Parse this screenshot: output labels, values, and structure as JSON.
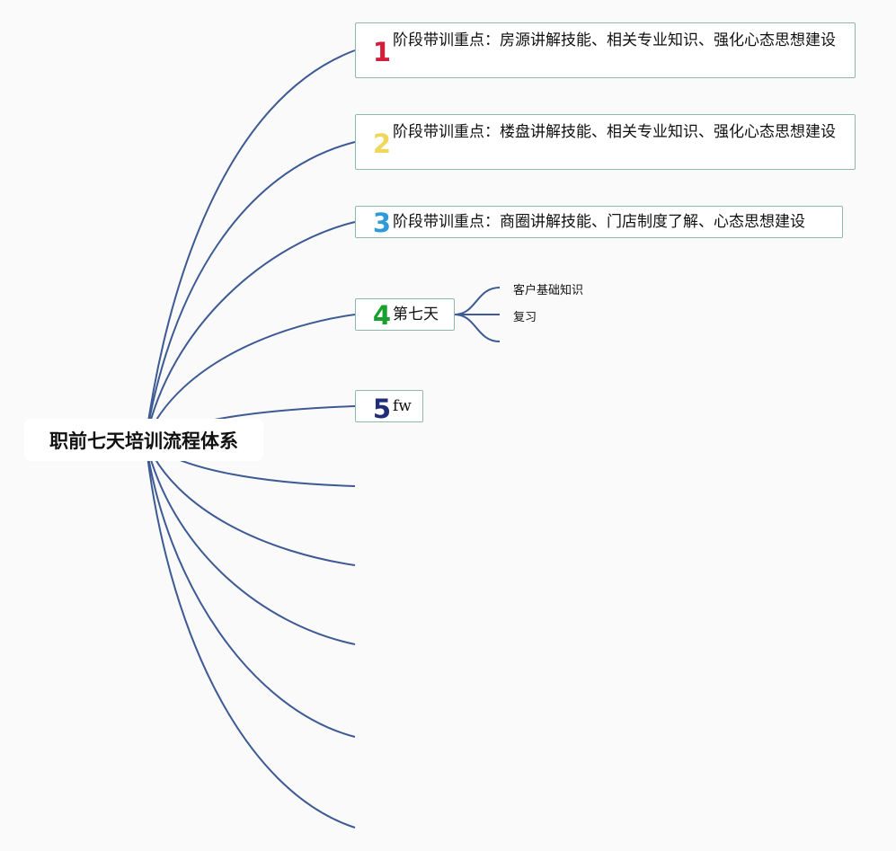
{
  "root": {
    "title": "职前七天培训流程体系"
  },
  "nodes": [
    {
      "num": "1",
      "text": "阶段带训重点：房源讲解技能、相关专业知识、强化心态思想建设",
      "color": "#d21e3a"
    },
    {
      "num": "2",
      "text": "阶段带训重点：楼盘讲解技能、相关专业知识、强化心态思想建设",
      "color": "#f0d75a"
    },
    {
      "num": "3",
      "text": "阶段带训重点：商圈讲解技能、门店制度了解、心态思想建设",
      "color": "#2e9ad8"
    },
    {
      "num": "4",
      "text": "第七天",
      "color": "#18a12c",
      "children": [
        "客户基础知识",
        "复习"
      ]
    },
    {
      "num": "5",
      "text": "fw",
      "color": "#1d2d78"
    }
  ],
  "empty_branch_count": 5,
  "colors": {
    "connector": "#3d5a94",
    "node_border": "#8fb8ad"
  }
}
